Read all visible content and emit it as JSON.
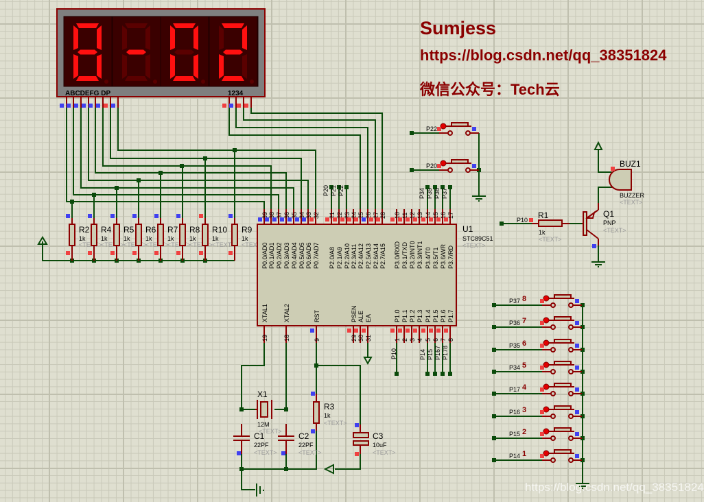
{
  "watermark": {
    "name": "Sumjess",
    "url": "https://blog.csdn.net/qq_38351824",
    "wechat": "微信公众号：Tech云",
    "footer": "https://blog.csdn.net/qq_38351824"
  },
  "colors": {
    "wire": "#0a4a0a",
    "component": "#8b0000",
    "body_fill": "#cdcdb4",
    "pin_red": "#f04040",
    "pin_blue": "#4040f0",
    "seg_on": "#ff1010",
    "seg_off": "#5a0000",
    "hidden_text": "#9a9a9a"
  },
  "display": {
    "digits_shown": "8-02",
    "digits": [
      {
        "a": 1,
        "b": 1,
        "c": 1,
        "d": 1,
        "e": 1,
        "f": 1,
        "g": 1
      },
      {
        "a": 0,
        "b": 0,
        "c": 0,
        "d": 0,
        "e": 0,
        "f": 0,
        "g": 1
      },
      {
        "a": 1,
        "b": 1,
        "c": 1,
        "d": 1,
        "e": 1,
        "f": 1,
        "g": 0
      },
      {
        "a": 1,
        "b": 1,
        "c": 0,
        "d": 1,
        "e": 1,
        "f": 0,
        "g": 1
      }
    ],
    "seg_label": "ABCDEFG DP",
    "digit_label": "1234"
  },
  "mcu": {
    "ref": "U1",
    "part": "STC89C51",
    "text": "<TEXT>",
    "top_pins": [
      {
        "num": "39",
        "name": "P0.0/AD0",
        "state": "blue"
      },
      {
        "num": "38",
        "name": "P0.1/AD1",
        "state": "blue"
      },
      {
        "num": "37",
        "name": "P0.2/AD2",
        "state": "blue"
      },
      {
        "num": "36",
        "name": "P0.3/AD3",
        "state": "blue"
      },
      {
        "num": "35",
        "name": "P0.4/AD4",
        "state": "blue"
      },
      {
        "num": "34",
        "name": "P0.5/AD5",
        "state": "blue"
      },
      {
        "num": "33",
        "name": "P0.6/AD6",
        "state": "blue"
      },
      {
        "num": "32",
        "name": "P0.7/AD7",
        "state": "red"
      },
      {
        "num": "21",
        "name": "P2.0/A8",
        "state": "red"
      },
      {
        "num": "22",
        "name": "P2.1/A9",
        "state": "red"
      },
      {
        "num": "23",
        "name": "P2.2/A10",
        "state": "red"
      },
      {
        "num": "24",
        "name": "P2.3/A11",
        "state": "red"
      },
      {
        "num": "25",
        "name": "P2.4/A12",
        "state": "red"
      },
      {
        "num": "26",
        "name": "P2.5/A13",
        "state": "blue"
      },
      {
        "num": "27",
        "name": "P2.6/A14",
        "state": "red"
      },
      {
        "num": "28",
        "name": "P2.7/A15",
        "state": "red"
      },
      {
        "num": "10",
        "name": "P3.0/RXD",
        "state": "red"
      },
      {
        "num": "11",
        "name": "P3.1/TXD",
        "state": "red"
      },
      {
        "num": "12",
        "name": "P3.2/INT0",
        "state": "red"
      },
      {
        "num": "13",
        "name": "P3.3/INT1",
        "state": "red"
      },
      {
        "num": "14",
        "name": "P3.4/T0",
        "state": "red"
      },
      {
        "num": "15",
        "name": "P3.5/T1",
        "state": "red"
      },
      {
        "num": "16",
        "name": "P3.6/WR",
        "state": "red"
      },
      {
        "num": "17",
        "name": "P3.7/RD",
        "state": "red"
      }
    ],
    "bottom_pins": [
      {
        "num": "19",
        "name": "XTAL1",
        "state": "none"
      },
      {
        "num": "18",
        "name": "XTAL2",
        "state": "none"
      },
      {
        "num": "9",
        "name": "RST",
        "state": "blue"
      },
      {
        "num": "29",
        "name": "PSEN",
        "state": "red"
      },
      {
        "num": "30",
        "name": "ALE",
        "state": "red"
      },
      {
        "num": "31",
        "name": "EA",
        "state": "red"
      },
      {
        "num": "1",
        "name": "P1.0",
        "state": "red"
      },
      {
        "num": "2",
        "name": "P1.1",
        "state": "red"
      },
      {
        "num": "3",
        "name": "P1.2",
        "state": "red"
      },
      {
        "num": "4",
        "name": "P1.3",
        "state": "red"
      },
      {
        "num": "5",
        "name": "P1.4",
        "state": "red"
      },
      {
        "num": "6",
        "name": "P1.5",
        "state": "red"
      },
      {
        "num": "7",
        "name": "P1.6",
        "state": "red"
      },
      {
        "num": "8",
        "name": "P1.7",
        "state": "red"
      }
    ],
    "p2_labels": [
      "P20",
      "P21",
      "P22"
    ],
    "p3_labels": [
      "P34",
      "P35",
      "P36",
      "P37"
    ],
    "p1_labels": [
      "P10",
      "P14",
      "P15",
      "P16",
      "P17"
    ]
  },
  "resistor_array": [
    {
      "ref": "R2",
      "value": "1k"
    },
    {
      "ref": "R4",
      "value": "1k"
    },
    {
      "ref": "R5",
      "value": "1k"
    },
    {
      "ref": "R6",
      "value": "1k"
    },
    {
      "ref": "R7",
      "value": "1k"
    },
    {
      "ref": "R8",
      "value": "1k"
    },
    {
      "ref": "R10",
      "value": "1k"
    },
    {
      "ref": "R9",
      "value": "1k"
    }
  ],
  "top_buttons": [
    {
      "net": "P22"
    },
    {
      "net": "P20"
    }
  ],
  "buzzer_circuit": {
    "buzzer_ref": "BUZ1",
    "buzzer_part": "BUZZER",
    "transistor_ref": "Q1",
    "transistor_type": "PNP",
    "resistor_ref": "R1",
    "resistor_value": "1k",
    "net": "P10",
    "text": "<TEXT>"
  },
  "key_buttons": [
    {
      "num": "8",
      "net": "P37"
    },
    {
      "num": "7",
      "net": "P36"
    },
    {
      "num": "6",
      "net": "P35"
    },
    {
      "num": "5",
      "net": "P34"
    },
    {
      "num": "4",
      "net": "P17"
    },
    {
      "num": "3",
      "net": "P16"
    },
    {
      "num": "2",
      "net": "P15"
    },
    {
      "num": "1",
      "net": "P14"
    }
  ],
  "oscillator": {
    "crystal_ref": "X1",
    "crystal_value": "12M",
    "c1_ref": "C1",
    "c1_value": "22PF",
    "c2_ref": "C2",
    "c2_value": "22PF",
    "text": "<TEXT>"
  },
  "reset": {
    "r_ref": "R3",
    "r_value": "1k",
    "c_ref": "C3",
    "c_value": "10uF",
    "text": "<TEXT>"
  }
}
